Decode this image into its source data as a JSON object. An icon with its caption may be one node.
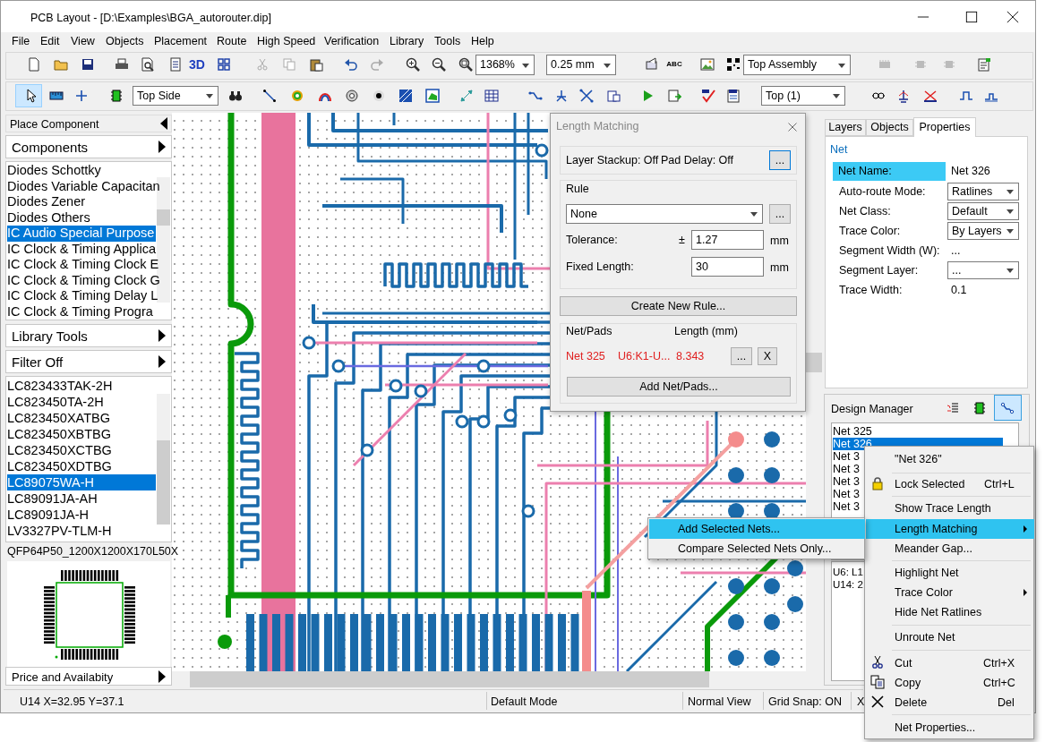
{
  "diagram": {
    "title": "PCB Layout - [D:\\Examples\\BGA_autorouter.dip]",
    "nodes": [
      {
        "text": [
          "File",
          "Edit",
          "View",
          "Objects",
          "Placement",
          "Route",
          "High Speed",
          "Verification",
          "Library",
          "Tools",
          "Help"
        ]
      },
      {
        "text": [
          "3D",
          "1368%",
          "0.25 mm",
          "ABC",
          "Top Assembly"
        ]
      },
      {
        "text": [
          "Top Side",
          "Top (1)"
        ]
      },
      {
        "text": [
          "Place Component",
          "Components",
          "Diodes Schottky",
          "Diodes Variable Capacitan",
          "Diodes Zener",
          "Diodes Others",
          "IC Audio Special Purpose",
          "IC Clock & Timing Applica",
          "IC Clock & Timing Clock E",
          "IC Clock & Timing Clock G",
          "IC Clock & Timing Delay L",
          "IC Clock & Timing Progra",
          "Library Tools",
          "Filter Off",
          "LC823433TAK-2H",
          "LC823450TA-2H",
          "LC823450XATBG",
          "LC823450XBTBG",
          "LC823450XCTBG",
          "LC823450XDTBG",
          "LC89075WA-H",
          "LC89091JA-AH",
          "LC89091JA-H",
          "LV3327PV-TLM-H",
          "QFP64P50_1200X1200X170L50X",
          "Price and Availabity"
        ]
      },
      {
        "text": [
          "Length Matching",
          "Layer Stackup: Off",
          "Pad Delay: Off",
          "...",
          "Rule",
          "None",
          "...",
          "Tolerance:",
          "±",
          "1.27",
          "mm",
          "Fixed Length:",
          "30",
          "mm",
          "Create New Rule...",
          "Net/Pads",
          "Length (mm)",
          "Net 325",
          "U6:K1-U...",
          "8.343",
          "...",
          "X",
          "Add Net/Pads..."
        ]
      },
      {
        "text": [
          "Layers",
          "Objects",
          "Properties",
          "Net",
          "Net Name:",
          "Net 326",
          "Auto-route Mode:",
          "Ratlines",
          "Net Class:",
          "Default",
          "Trace Color:",
          "By Layers",
          "Segment Width (W):",
          "...",
          "Segment Layer:",
          "...",
          "Trace Width:",
          "0.1"
        ]
      },
      {
        "text": [
          "Design Manager",
          "Net 325",
          "Net 326",
          "Net 3",
          "Net 3",
          "Net 3",
          "Net 3",
          "Net 3",
          "U6: L1",
          "U14: 2"
        ]
      },
      {
        "text": [
          "\"Net 326\"",
          "Lock Selected",
          "Ctrl+L",
          "Show Trace Length",
          "Length Matching",
          "Meander Gap...",
          "Highlight Net",
          "Trace Color",
          "Hide Net Ratlines",
          "Unroute Net",
          "Cut",
          "Ctrl+X",
          "Copy",
          "Ctrl+C",
          "Delete",
          "Del",
          "Net Properties..."
        ]
      },
      {
        "text": [
          "Add Selected Nets...",
          "Compare Selected Nets Only..."
        ]
      },
      {
        "text": [
          "U14 X=32.95 Y=37.1",
          "Default Mode",
          "Normal View",
          "Grid Snap: ON",
          "X"
        ]
      }
    ]
  }
}
